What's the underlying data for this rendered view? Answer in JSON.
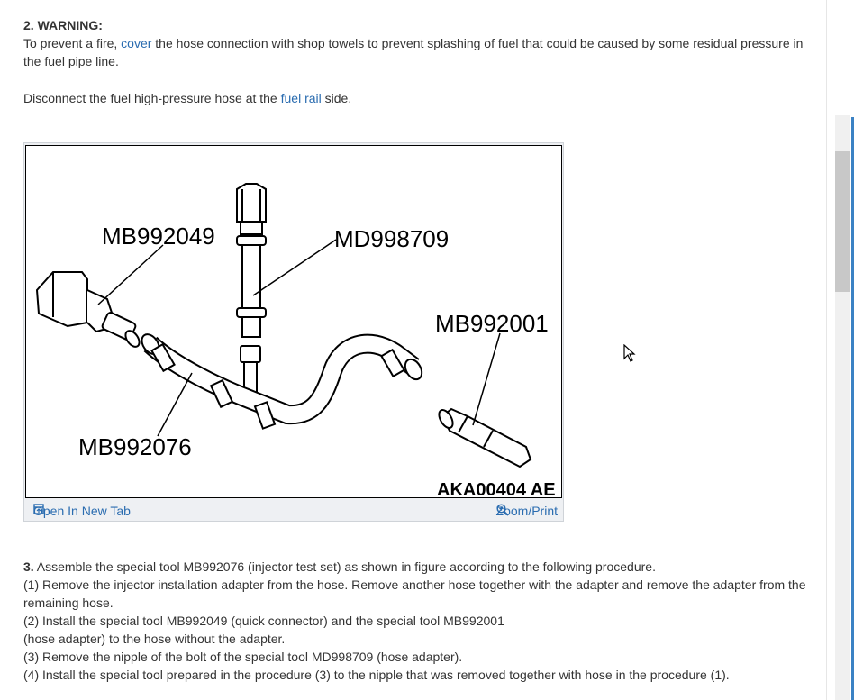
{
  "warning": {
    "title": "2. WARNING:",
    "text_before": "To prevent a fire, ",
    "link_cover": "cover",
    "text_after": " the hose connection with shop towels to prevent splashing of fuel that could be caused by some residual pressure in the fuel pipe line."
  },
  "disconnect": {
    "text_before": "Disconnect the fuel high-pressure hose at the ",
    "link_fuel_rail": "fuel rail",
    "text_after": " side."
  },
  "figure": {
    "labels": {
      "mb992049": "MB992049",
      "md998709": "MD998709",
      "mb992001": "MB992001",
      "mb992076": "MB992076",
      "code": "AKA00404 AE"
    },
    "open_new_tab": "Open In New Tab",
    "zoom_print": "Zoom/Print"
  },
  "steps": {
    "num3": "3.",
    "line3": " Assemble the special tool MB992076 (injector test set) as shown in figure according to the following procedure.",
    "line1": "(1) Remove the injector installation adapter from the hose. Remove another hose together with the adapter and remove the adapter from the remaining hose.",
    "line2a": "(2) Install the special tool MB992049 (quick connector) and the special tool MB992001",
    "line2b": "(hose adapter) to the hose without the adapter.",
    "line3b": "(3) Remove the nipple of the bolt of the special tool MD998709 (hose adapter).",
    "line4": "(4) Install the special tool prepared in the procedure (3) to the nipple that was removed together with hose in the procedure (1)."
  },
  "icons": {
    "open_tab": "open-new-tab-icon",
    "zoom": "zoom-icon",
    "cursor": "mouse-cursor-icon"
  },
  "colors": {
    "link": "#2a6cb0",
    "text": "#333333"
  }
}
